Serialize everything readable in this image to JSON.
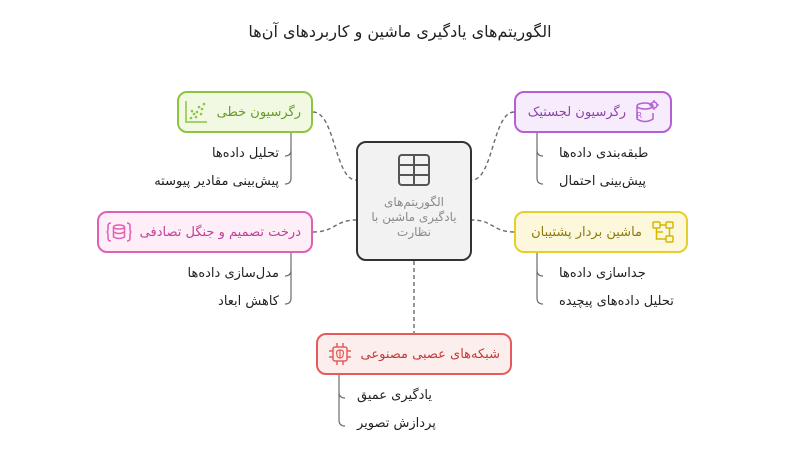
{
  "title": "الگوریتم‌های یادگیری ماشین و کاربردهای آن‌ها",
  "center": {
    "label": "الگوریتم‌های یادگیری ماشین با نظارت"
  },
  "nodes": {
    "linear_regression": {
      "label": "رگرسیون خطی",
      "leaves": [
        "تحلیل داده‌ها",
        "پیش‌بینی مقادیر پیوسته"
      ],
      "color": "#8cc63f"
    },
    "logistic_regression": {
      "label": "رگرسیون لجستیک",
      "leaves": [
        "طبقه‌بندی داده‌ها",
        "پیش‌بینی احتمال"
      ],
      "color": "#b65ed6"
    },
    "decision_tree": {
      "label": "درخت تصمیم و جنگل تصادفی",
      "leaves": [
        "مدل‌سازی داده‌ها",
        "کاهش ابعاد"
      ],
      "color": "#e060b7"
    },
    "svm": {
      "label": "ماشین بردار پشتیبان",
      "leaves": [
        "جداسازی داده‌ها",
        "تحلیل داده‌های پیچیده"
      ],
      "color": "#e6cf2c"
    },
    "neural_network": {
      "label": "شبکه‌های عصبی مصنوعی",
      "leaves": [
        "یادگیری عمیق",
        "پردازش تصویر"
      ],
      "color": "#e55b5b"
    }
  },
  "icons": {
    "center": "table-icon",
    "linear_regression": "scatter-plot-icon",
    "logistic_regression": "database-gear-icon",
    "decision_tree": "database-brackets-icon",
    "svm": "vector-nodes-icon",
    "neural_network": "brain-chip-icon"
  }
}
